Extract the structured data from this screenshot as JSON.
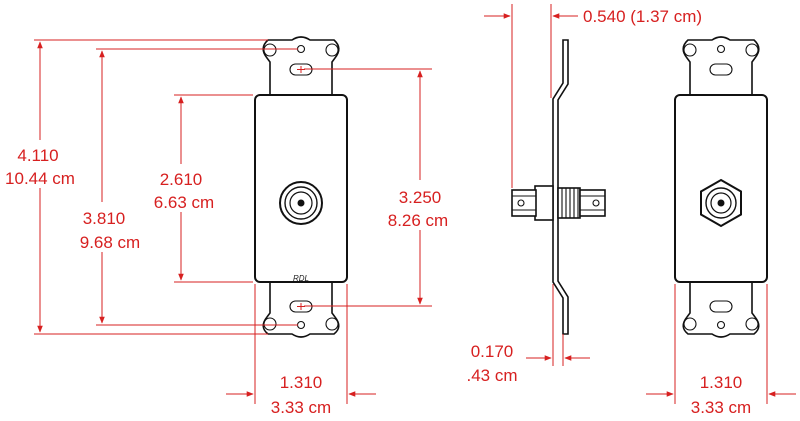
{
  "diagram": {
    "front_view": {
      "overall_height": {
        "inches": "4.110",
        "cm": "10.44 cm"
      },
      "screw_spacing": {
        "inches": "3.810",
        "cm": "9.68 cm"
      },
      "panel_height": {
        "inches": "2.610",
        "cm": "6.63 cm"
      },
      "mounting_spacing": {
        "inches": "3.250",
        "cm": "8.26 cm"
      },
      "width": {
        "inches": "1.310",
        "cm": "3.33 cm"
      },
      "brand_mark": "RDL"
    },
    "side_view": {
      "depth": "0.540 (1.37 cm)",
      "plate_thickness": {
        "inches": "0.170",
        "cm": ".43 cm"
      }
    },
    "rear_view": {
      "width": {
        "inches": "1.310",
        "cm": "3.33 cm"
      }
    }
  }
}
